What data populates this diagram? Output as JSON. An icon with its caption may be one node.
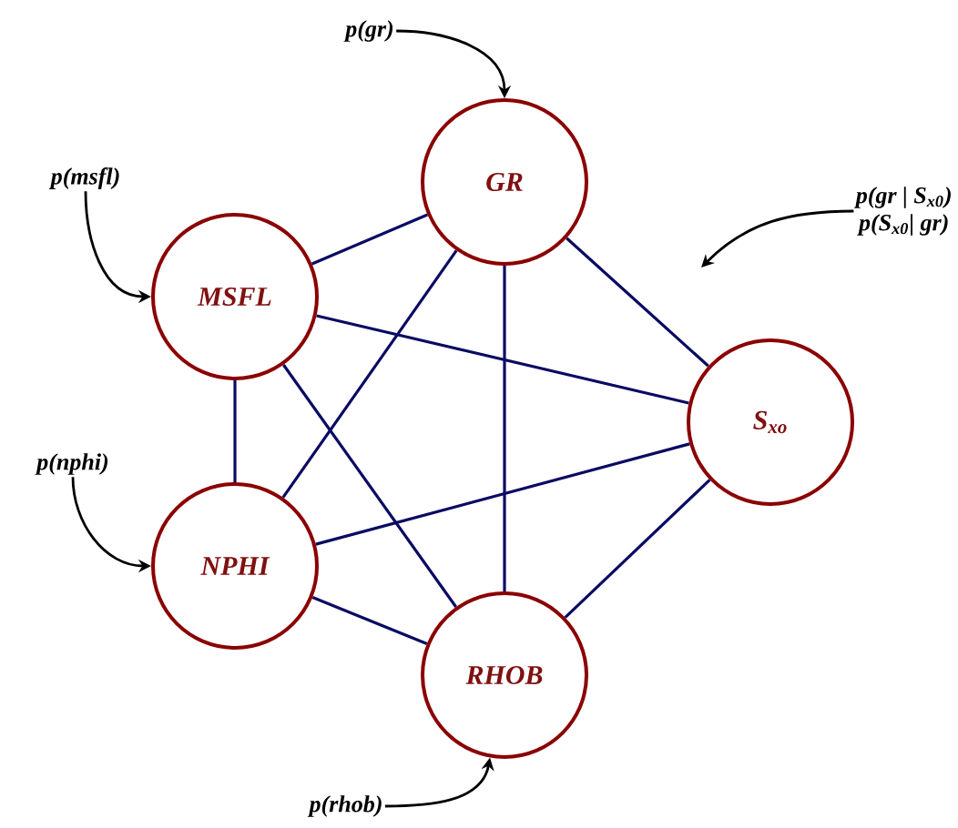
{
  "diagram": {
    "nodes": [
      {
        "text": [
          "p(gr)"
        ]
      },
      {
        "text": [
          "GR"
        ]
      },
      {
        "text": [
          "p(msfl)"
        ]
      },
      {
        "text": [
          "MSFL"
        ]
      },
      {
        "text": [
          "p(gr | S$_{x0}$)",
          "p(S$_{x0}$| gr)"
        ]
      },
      {
        "text": [
          "S$_{xo}$"
        ]
      },
      {
        "text": [
          "p(nphi)"
        ]
      },
      {
        "text": [
          "NPHI"
        ]
      },
      {
        "text": [
          "RHOB"
        ]
      },
      {
        "text": [
          "p(rhob)"
        ]
      }
    ],
    "edges": [
      {
        "from": 1,
        "to": 3,
        "arrow": "none"
      },
      {
        "from": 1,
        "to": 5,
        "arrow": "none"
      },
      {
        "from": 1,
        "to": 7,
        "arrow": "none"
      },
      {
        "from": 1,
        "to": 8,
        "arrow": "none"
      },
      {
        "from": 3,
        "to": 5,
        "arrow": "none"
      },
      {
        "from": 3,
        "to": 7,
        "arrow": "none"
      },
      {
        "from": 3,
        "to": 8,
        "arrow": "none"
      },
      {
        "from": 7,
        "to": 5,
        "arrow": "none"
      },
      {
        "from": 7,
        "to": 8,
        "arrow": "none"
      },
      {
        "from": 8,
        "to": 5,
        "arrow": "none"
      },
      {
        "from": 0,
        "to": 1,
        "arrow": "to",
        "color": "#000000"
      },
      {
        "from": 2,
        "to": 3,
        "arrow": "to",
        "color": "#000000"
      },
      {
        "from": 4,
        "to": null,
        "arrow": "to",
        "color": "#000000"
      },
      {
        "from": 6,
        "to": 7,
        "arrow": "to",
        "color": "#000000"
      },
      {
        "from": 9,
        "to": 8,
        "arrow": "to",
        "color": "#000000"
      }
    ]
  }
}
